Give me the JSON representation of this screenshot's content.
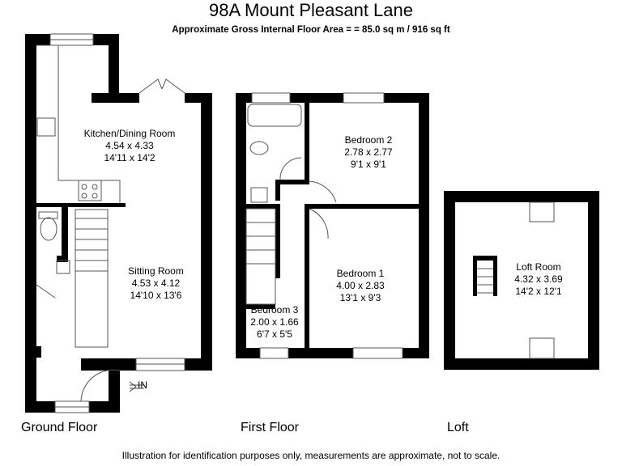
{
  "title": "98A Mount Pleasant Lane",
  "subtitle": "Approximate Gross Internal Floor Area  = = 85.0 sq m  / 916 sq ft",
  "rooms": {
    "kitchen": {
      "name": "Kitchen/Dining Room",
      "metric": "4.54 x 4.33",
      "imperial": "14'11 x 14'2"
    },
    "sitting": {
      "name": "Sitting Room",
      "metric": "4.53 x 4.12",
      "imperial": "14'10 x 13'6"
    },
    "bedroom2": {
      "name": "Bedroom 2",
      "metric": "2.78 x 2.77",
      "imperial": "9'1 x 9'1"
    },
    "bedroom1": {
      "name": "Bedroom 1",
      "metric": "4.00 x 2.83",
      "imperial": "13'1 x 9'3"
    },
    "bedroom3": {
      "name": "Bedroom 3",
      "metric": "2.00 x 1.66",
      "imperial": "6'7 x 5'5"
    },
    "loft": {
      "name": "Loft Room",
      "metric": "4.32 x 3.69",
      "imperial": "14'2 x 12'1"
    }
  },
  "entrance": "IN",
  "floors": [
    "Ground Floor",
    "First Floor",
    "Loft"
  ],
  "footer": "Illustration for identification purposes only, measurements are approximate, not to scale."
}
